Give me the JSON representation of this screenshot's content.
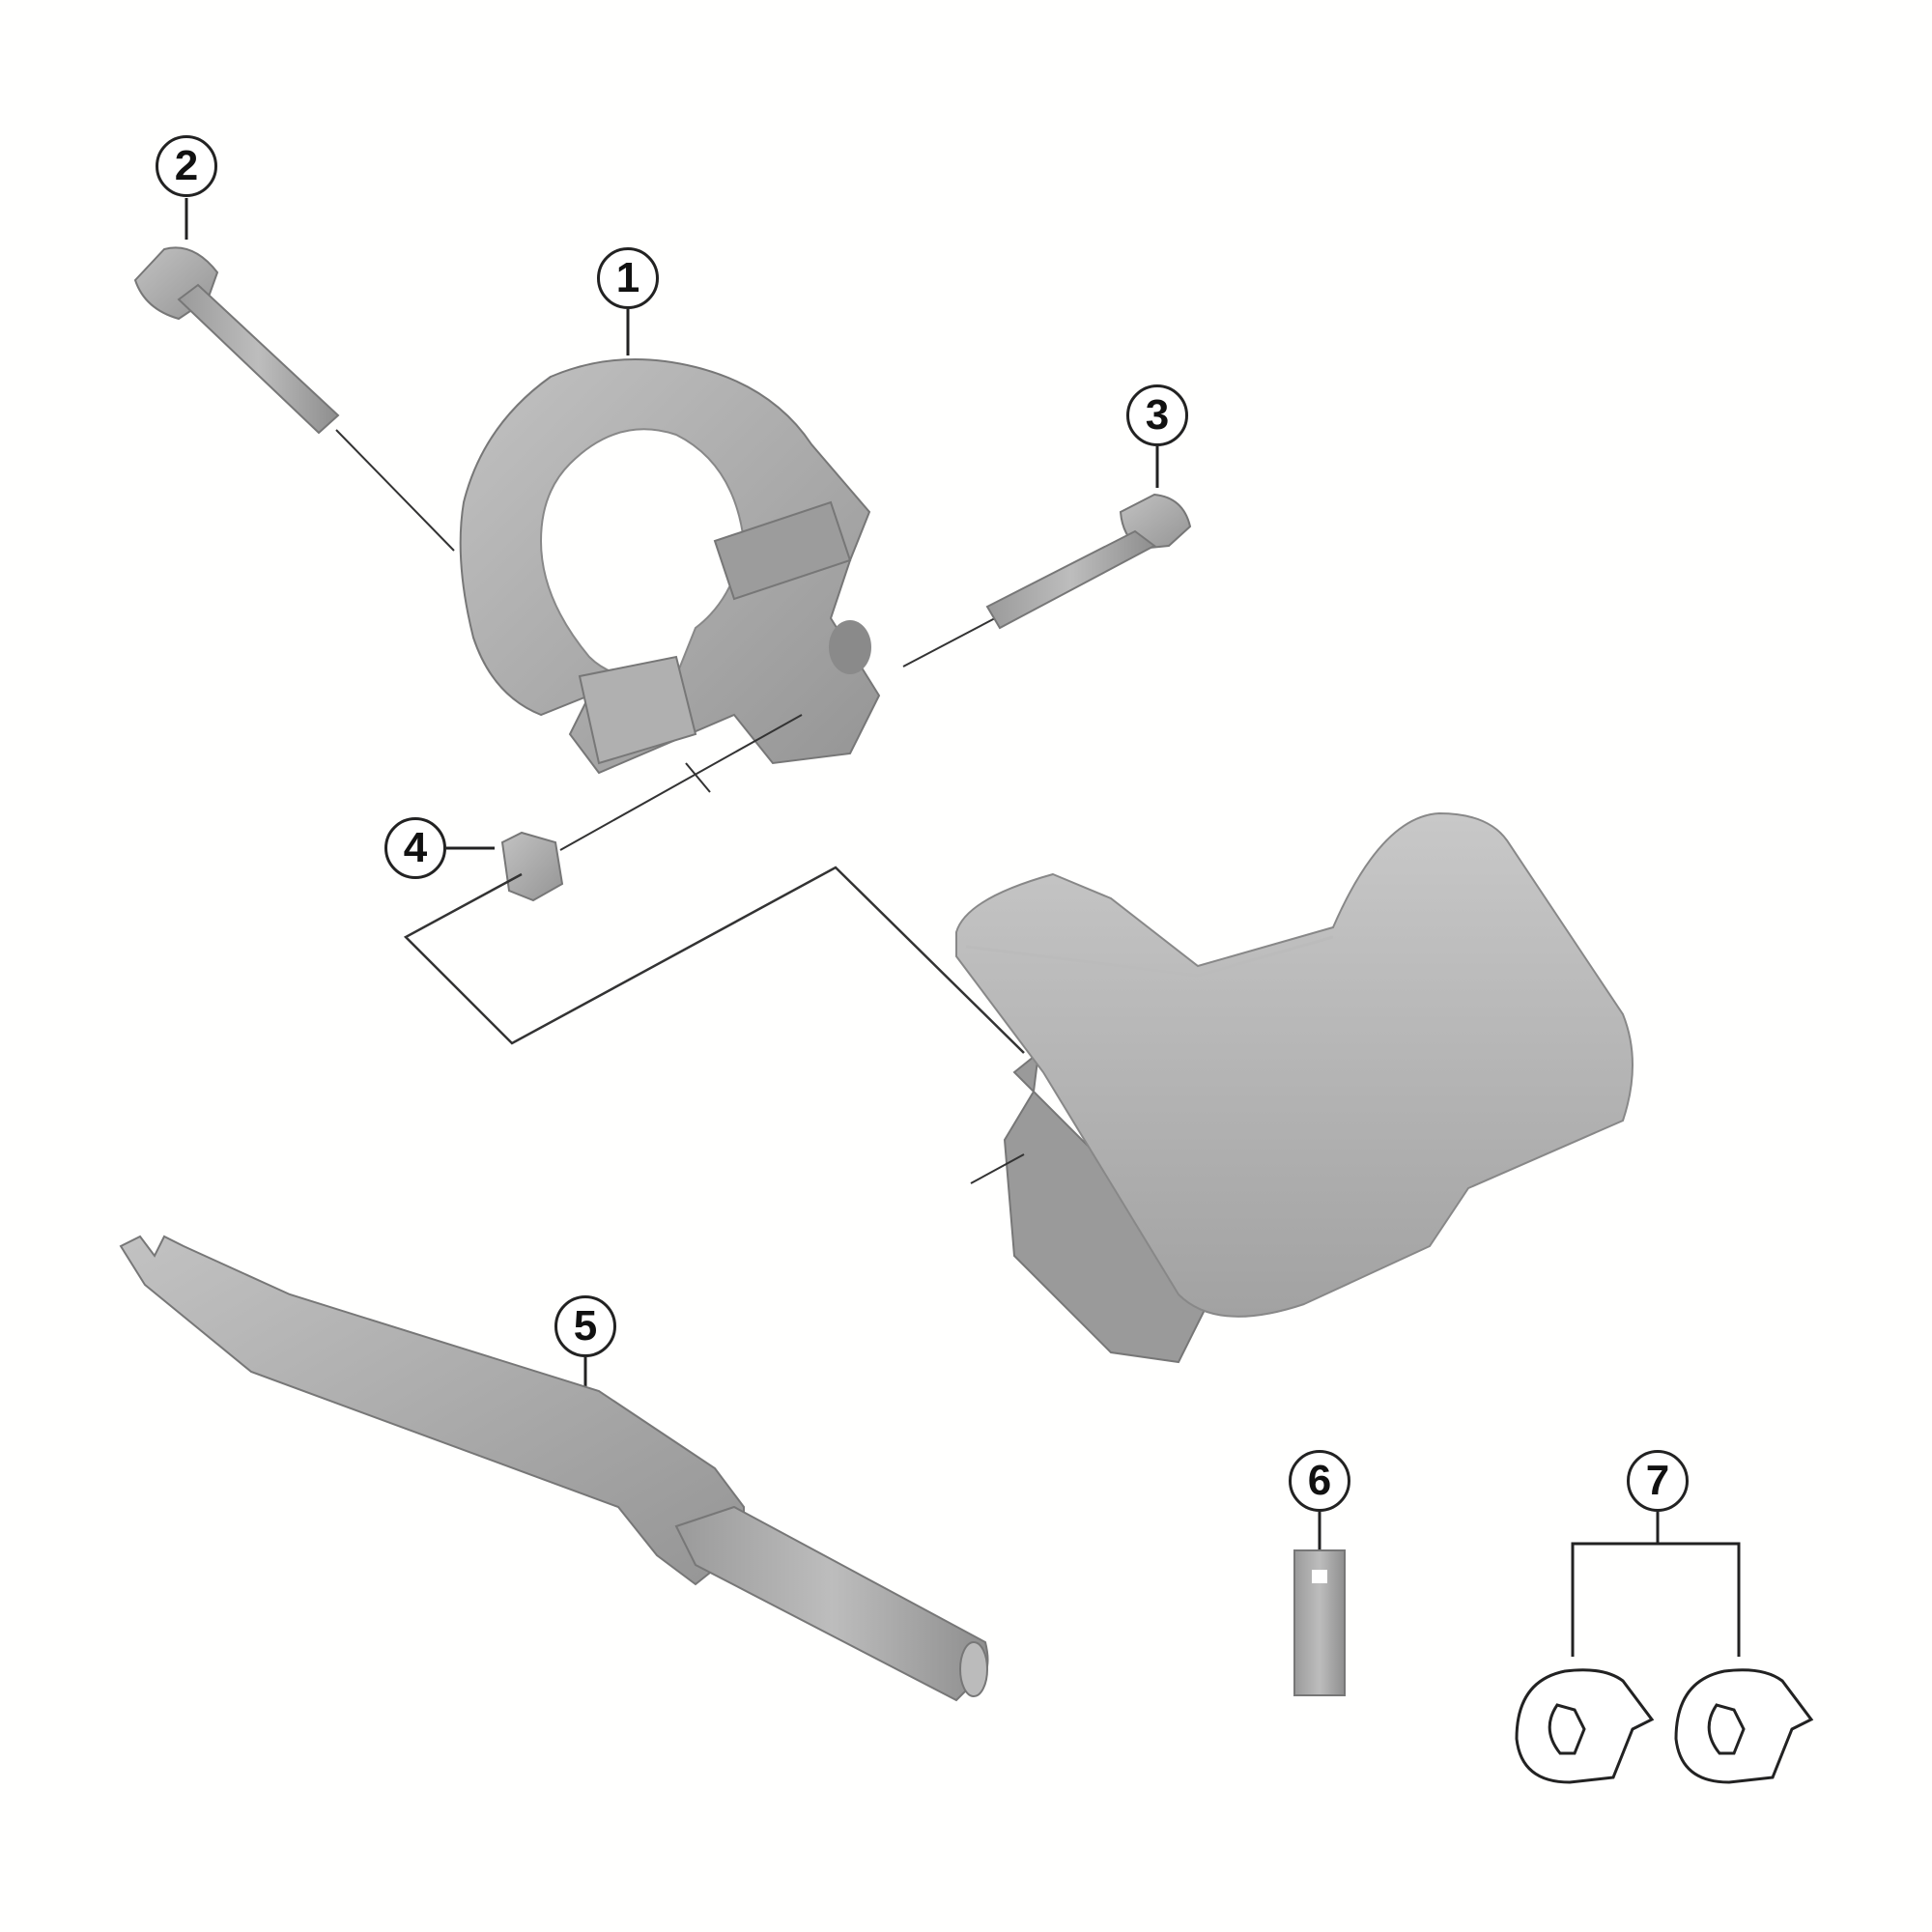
{
  "diagram": {
    "type": "exploded parts diagram",
    "colors": {
      "part_fill": "#a8a8a8",
      "part_shade": "#8c8c8c",
      "part_light": "#c4c4c4",
      "line": "#222222",
      "background": "#fffffe"
    },
    "callouts": [
      {
        "number": "1",
        "part": "clamp-band"
      },
      {
        "number": "2",
        "part": "long-bolt"
      },
      {
        "number": "3",
        "part": "short-bolt"
      },
      {
        "number": "4",
        "part": "nut-block"
      },
      {
        "number": "5",
        "part": "tool-lever"
      },
      {
        "number": "6",
        "part": "plug-pin"
      },
      {
        "number": "7",
        "part": "cable-clips"
      }
    ]
  }
}
